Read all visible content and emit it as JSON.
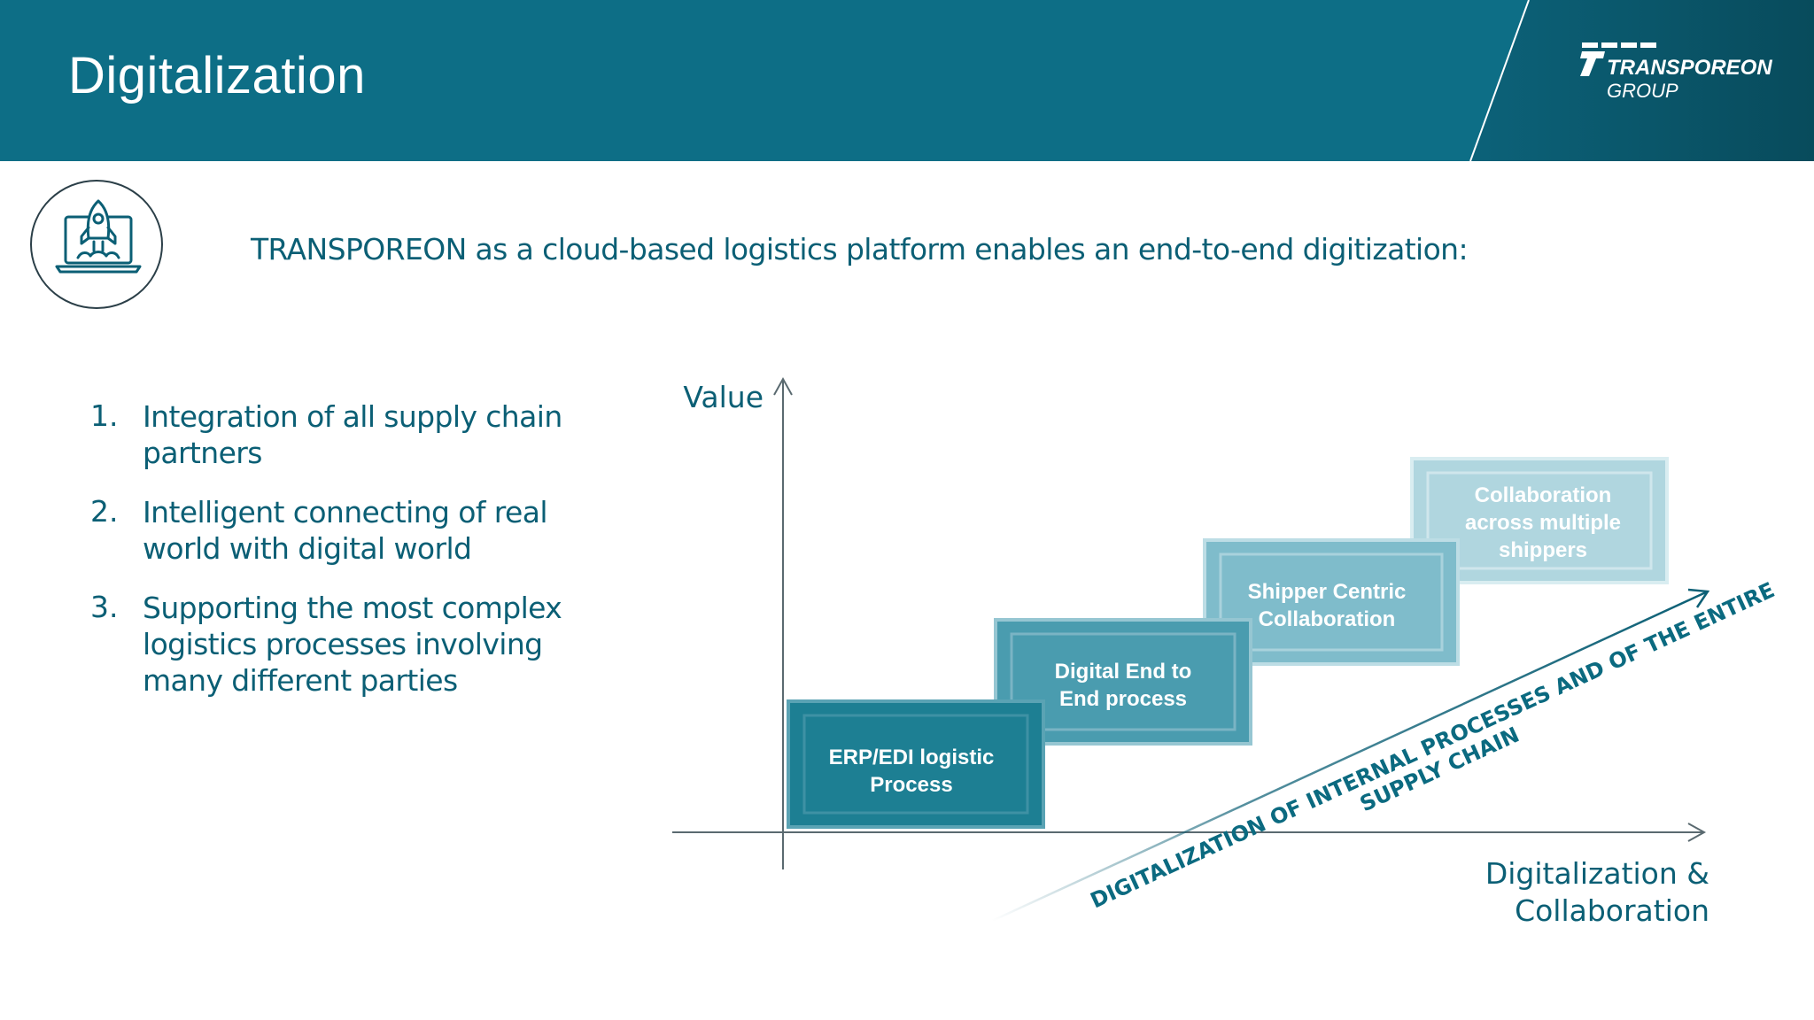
{
  "header": {
    "title": "Digitalization",
    "logo": {
      "brand": "TRANSPOREON",
      "subtitle": "GROUP"
    }
  },
  "hero_icon": "rocket-laptop-icon",
  "intro": "TRANSPOREON as a cloud-based logistics platform enables an end-to-end digitization:",
  "list": [
    {
      "num": "1.",
      "text": "Integration of all supply chain partners"
    },
    {
      "num": "2.",
      "text": "Intelligent connecting of real world with digital world"
    },
    {
      "num": "3.",
      "text": "Supporting the most complex logistics processes involving many different parties"
    }
  ],
  "diagram": {
    "y_axis_label": "Value",
    "x_axis_label_line1": "Digitalization &",
    "x_axis_label_line2": "Collaboration",
    "steps": [
      {
        "line1": "ERP/EDI logistic",
        "line2": "Process",
        "line3": ""
      },
      {
        "line1": "Digital End to",
        "line2": "End process",
        "line3": ""
      },
      {
        "line1": "Shipper Centric",
        "line2": "Collaboration",
        "line3": ""
      },
      {
        "line1": "Collaboration",
        "line2": "across multiple",
        "line3": "shippers"
      }
    ],
    "arrow_label_line1": "DIGITALIZATION OF INTERNAL PROCESSES AND OF THE ENTIRE",
    "arrow_label_line2": "SUPPLY CHAIN"
  },
  "colors": {
    "header": "#0d6e86",
    "header_dark": "#0a5467",
    "text": "#0b5f75",
    "step_colors": [
      "#1d7f93",
      "#4a9caf",
      "#7fbccb",
      "#b0d6df"
    ]
  }
}
